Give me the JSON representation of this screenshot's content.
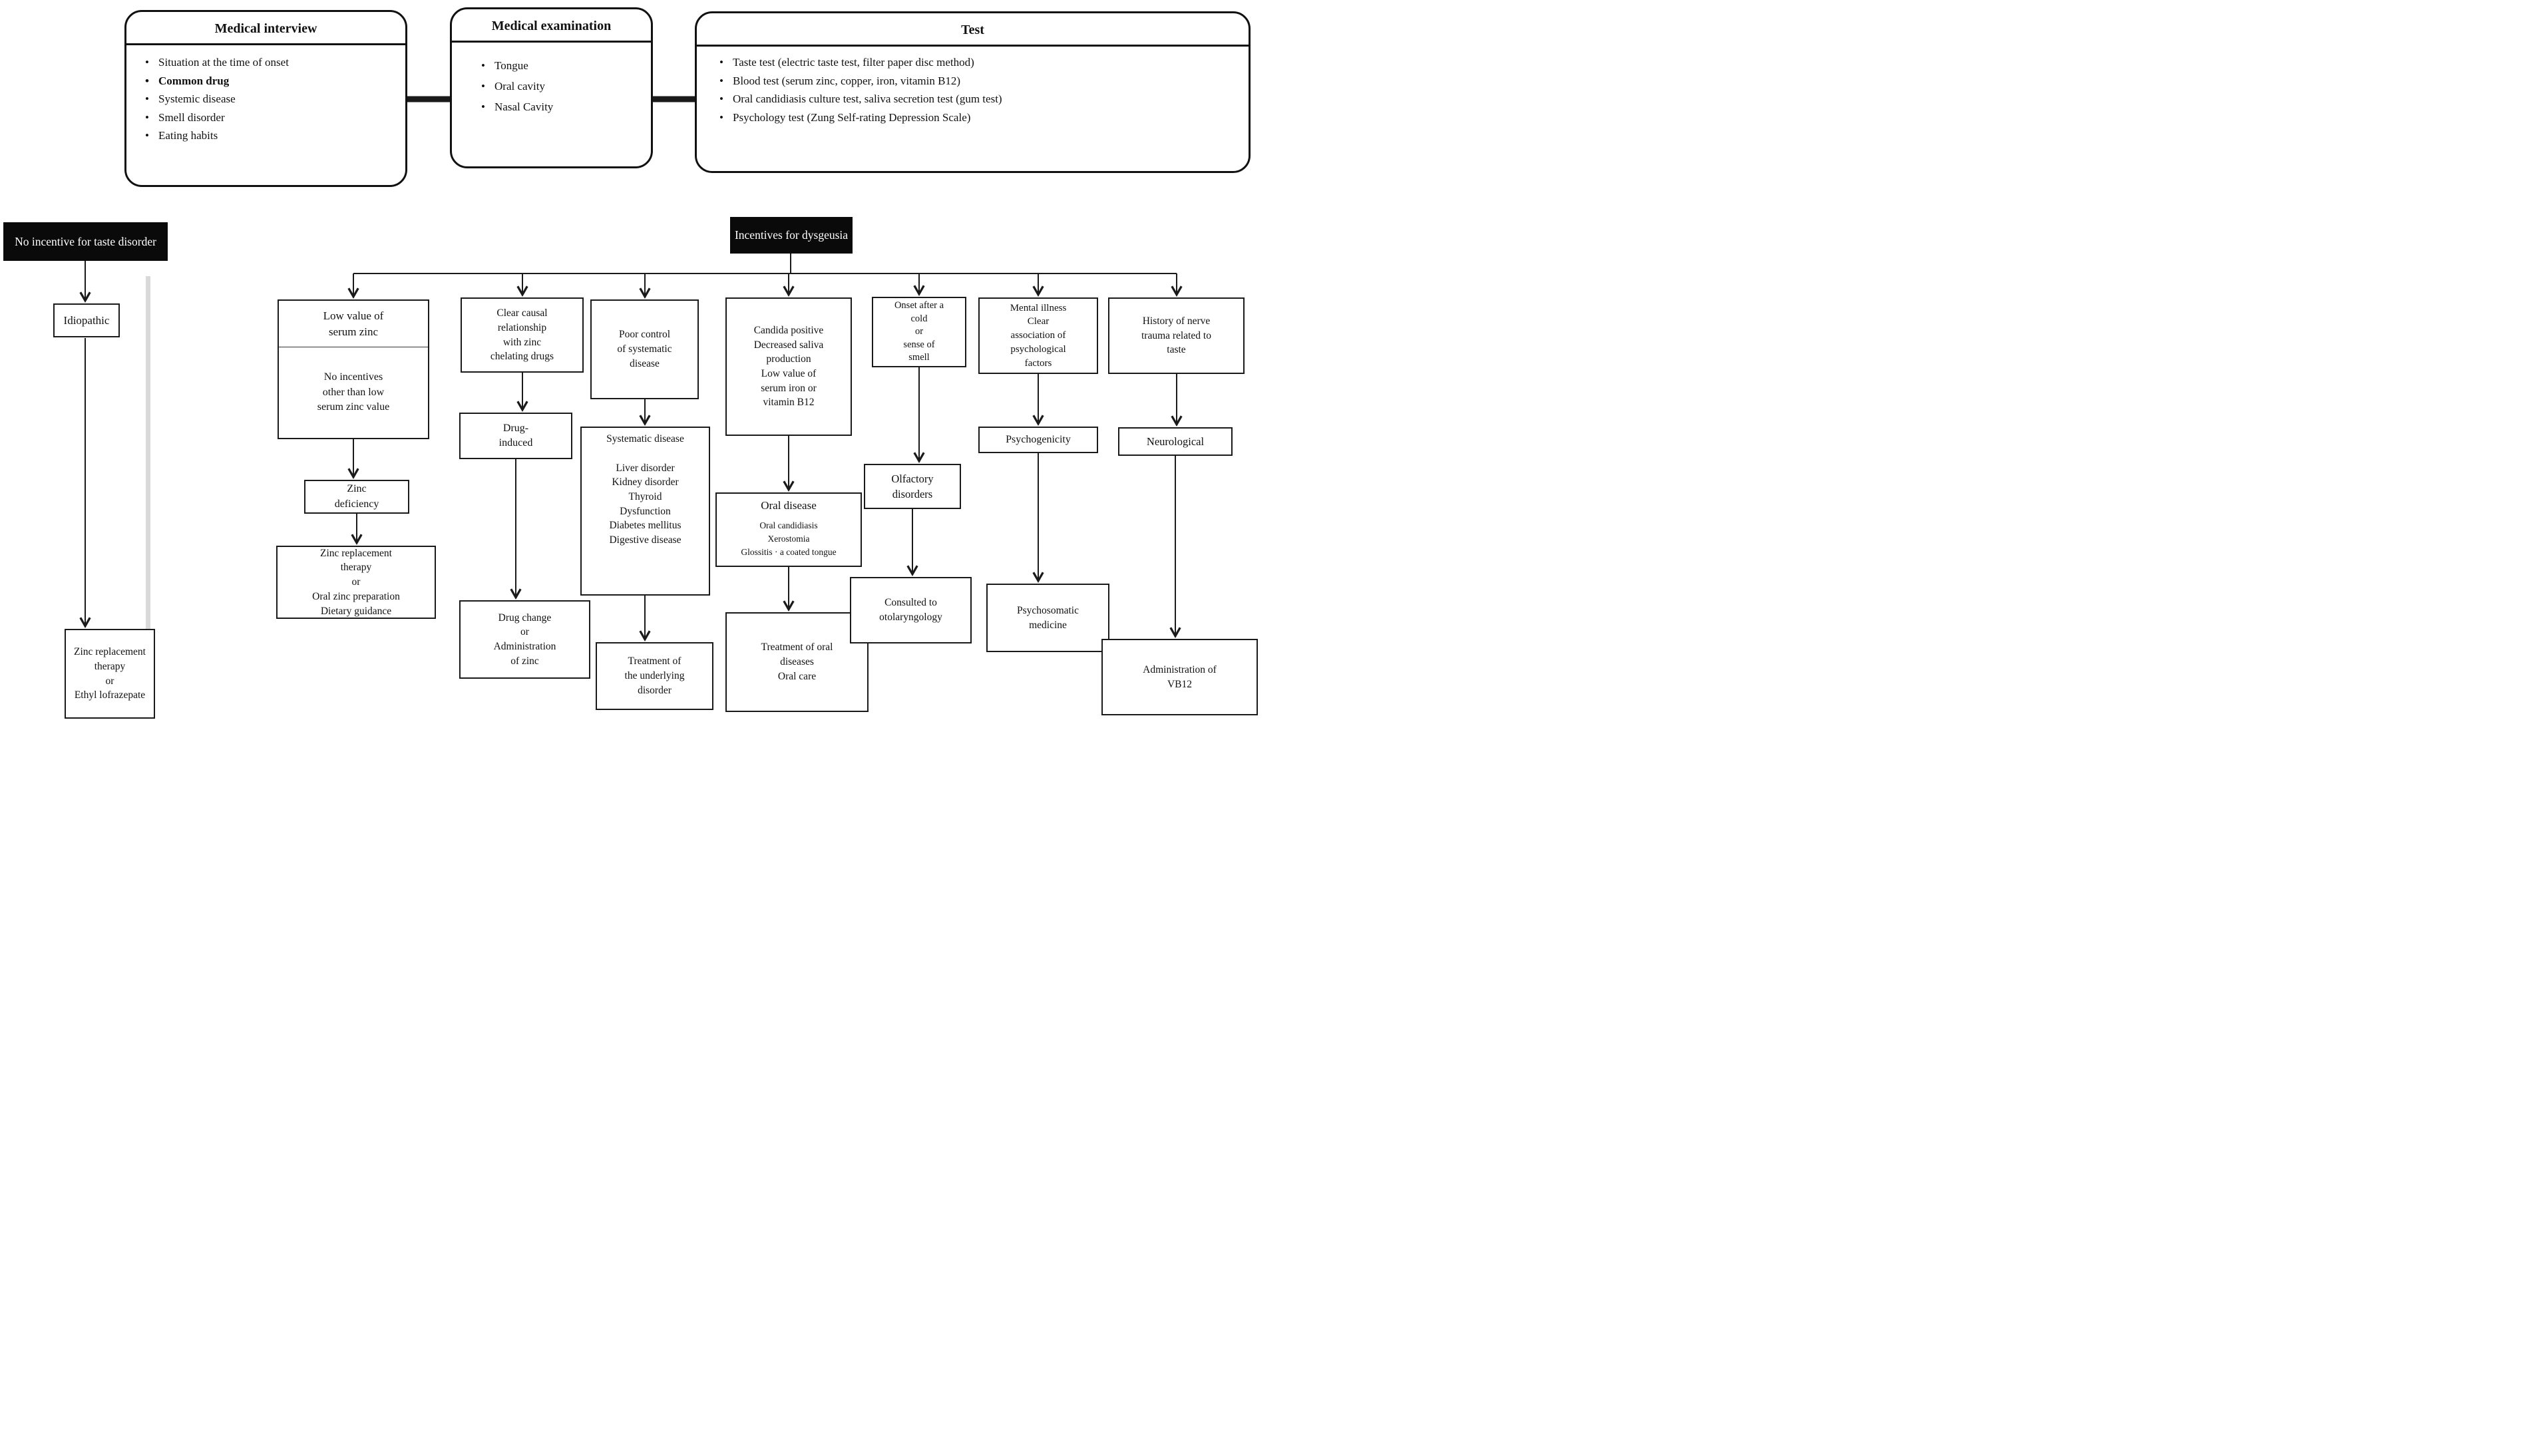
{
  "top_row": {
    "interview": {
      "title": "Medical interview",
      "items": [
        "Situation at the time of onset",
        "Common drug",
        "Systemic disease",
        "Smell disorder",
        "Eating habits"
      ]
    },
    "examination": {
      "title": "Medical examination",
      "items": [
        "Tongue",
        "Oral cavity",
        "Nasal Cavity"
      ]
    },
    "test": {
      "title": "Test",
      "items": [
        "Taste test (electric taste test, filter paper disc method)",
        "Blood test (serum zinc, copper, iron, vitamin B12)",
        "Oral candidiasis culture test, saliva secretion test (gum test)",
        "Psychology test (Zung Self-rating Depression Scale)"
      ]
    }
  },
  "no_incentive_branch": {
    "header": "No incentive for taste disorder",
    "diagnosis": "Idiopathic",
    "treatment": "Zinc replacement\ntherapy\nor\nEthyl lofrazepate"
  },
  "incentive_branch": {
    "header": "Incentives for dysgeusia",
    "columns": [
      {
        "finding_main": "Low value of\nserum zinc",
        "finding_detail": "No incentives\nother than low\nserum zinc value",
        "diagnosis": "Zinc\ndeficiency",
        "treatment": "Zinc replacement\ntherapy\nor\nOral zinc preparation\nDietary guidance"
      },
      {
        "finding": "Clear causal\nrelationship\nwith zinc\nchelating drugs",
        "diagnosis": "Drug-\ninduced",
        "treatment": "Drug change\nor\nAdministration\nof zinc"
      },
      {
        "finding": "Poor control\nof systematic\ndisease",
        "diagnosis_title": "Systematic disease",
        "diagnosis_detail": "Liver disorder\nKidney disorder\nThyroid\nDysfunction\nDiabetes mellitus\nDigestive disease",
        "treatment": "Treatment of\nthe underlying\ndisorder"
      },
      {
        "finding": "Candida positive\nDecreased saliva\nproduction\nLow value of\nserum iron or\nvitamin B12",
        "diagnosis_title": "Oral disease",
        "diagnosis_detail": "Oral candidiasis\nXerostomia\nGlossitis · a coated tongue",
        "treatment": "Treatment of oral\ndiseases\nOral care"
      },
      {
        "finding": "Onset after a\ncold\nor\nsense of\nsmell",
        "diagnosis": "Olfactory\ndisorders",
        "treatment": "Consulted to\notolaryngology"
      },
      {
        "finding": "Mental illness\nClear\nassociation of\npsychological\nfactors",
        "diagnosis": "Psychogenicity",
        "treatment": "Psychosomatic\nmedicine"
      },
      {
        "finding": "History of nerve\ntrauma related to\ntaste",
        "diagnosis": "Neurological",
        "treatment": "Administration of\nVB12"
      }
    ]
  },
  "colors": {
    "line": "#1a1a1a",
    "header_bg": "#0a0a0a",
    "header_text": "#ffffff",
    "divider_bar": "#d9d9d9"
  }
}
